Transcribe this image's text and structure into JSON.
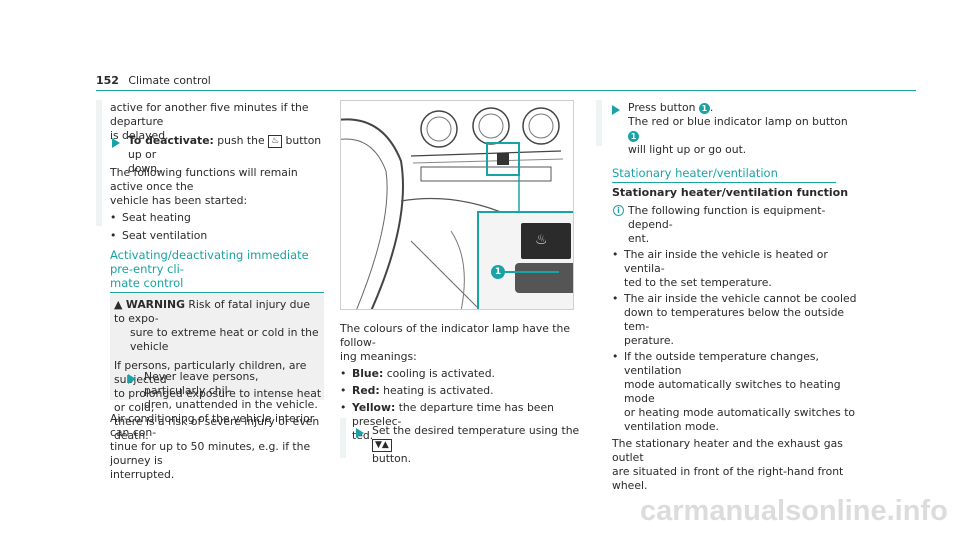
{
  "header": {
    "page_number": "152",
    "section": "Climate control"
  },
  "left": {
    "intro_lines": [
      "active for another five minutes if the departure",
      "is delayed."
    ],
    "deactivate": {
      "label": "To deactivate:",
      "text_a": " push the ",
      "key": "♨",
      "text_b": " button up or",
      "text_c": "down."
    },
    "following": [
      "The following functions will remain active once the",
      "vehicle has been started:"
    ],
    "remain_items": [
      "Seat heating",
      "Seat ventilation"
    ],
    "section_title_1": "Activating/deactivating immediate pre-entry cli-",
    "section_title_2": "mate control",
    "warning": {
      "label": "WARNING",
      "line1": " Risk of fatal injury due to expo-",
      "line2": "sure to extreme heat or cold in the vehicle",
      "body": [
        "If persons, particularly children, are subjected",
        "to prolonged exposure to intense heat or cold,",
        "there is a risk of severe injury or even death."
      ],
      "action": [
        "Never leave persons, particularly chil-",
        "dren, unattended in the vehicle."
      ]
    },
    "aircon": [
      "Air-conditioning of the vehicle interior can con-",
      "tinue for up to 50 minutes, e.g. if the journey is",
      "interrupted."
    ]
  },
  "middle": {
    "callout_number": "1",
    "colours_intro": [
      "The colours of the indicator lamp have the follow-",
      "ing meanings:"
    ],
    "meanings": [
      {
        "label": "Blue:",
        "text": " cooling is activated."
      },
      {
        "label": "Red:",
        "text": " heating is activated."
      },
      {
        "label": "Yellow:",
        "text": " the departure time has been preselec-",
        "text2": "ted."
      }
    ],
    "set_temp": {
      "text_a": "Set the desired temperature using the ",
      "key": "▼▲",
      "text_b": "button."
    }
  },
  "right": {
    "press": {
      "text_a": "Press button ",
      "badge": "1",
      "text_b": "."
    },
    "press_lines": [
      "The red or blue indicator lamp on button ",
      "will light up or go out."
    ],
    "section_title": "Stationary heater/ventilation",
    "sub_title": "Stationary heater/ventilation function",
    "info": [
      "The following function is equipment-depend-",
      "ent."
    ],
    "items": [
      [
        "The air inside the vehicle is heated or ventila-",
        "ted to the set temperature."
      ],
      [
        "The air inside the vehicle cannot be cooled",
        "down to temperatures below the outside tem-",
        "perature."
      ],
      [
        "If the outside temperature changes, ventilation",
        "mode automatically switches to heating mode",
        "or heating mode automatically switches to",
        "ventilation mode."
      ]
    ],
    "outro": [
      "The stationary heater and the exhaust gas outlet",
      "are situated in front of the right-hand front wheel."
    ]
  },
  "footer": {
    "watermark": "carmanualsonline.info"
  },
  "colors": {
    "accent": "#1aa3a5",
    "text": "#2a2a2a",
    "warn_bg": "#f0f0f0"
  }
}
